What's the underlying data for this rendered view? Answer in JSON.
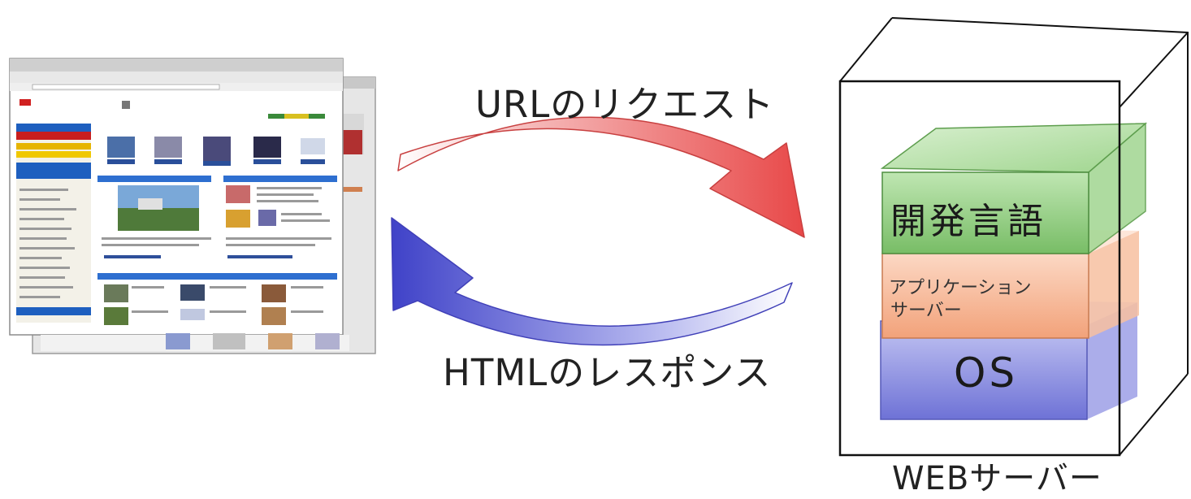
{
  "request_label": "URLのリクエスト",
  "response_label": "HTMLのレスポンス",
  "server_label": "WEBサーバー",
  "layers": {
    "top": "開発言語",
    "middle_line1": "アプリケーション",
    "middle_line2": "サーバー",
    "bottom": "OS"
  },
  "colors": {
    "request_arrow": "#f06a6a",
    "response_arrow": "#5a5ad8",
    "layer_green": "#7cc06a",
    "layer_orange": "#f0a37a",
    "layer_blue": "#6f75d6"
  }
}
